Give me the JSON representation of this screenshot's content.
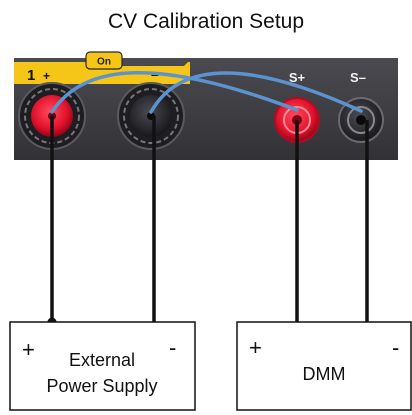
{
  "title": "CV Calibration Setup",
  "panel": {
    "output_label": "1",
    "output_plus": "+",
    "on_label": "On",
    "output_minus": "–",
    "sense_plus_label": "S+",
    "sense_minus_label": "S–"
  },
  "external_supply": {
    "plus": "+",
    "minus": "-",
    "line1": "External",
    "line2": "Power Supply"
  },
  "dmm": {
    "plus": "+",
    "minus": "-",
    "label": "DMM"
  },
  "colors": {
    "panel": "#3f3f44",
    "accent_yellow": "#f5c518",
    "terminal_red": "#e0102a",
    "sense_jumper": "#5b93d1",
    "wire": "#111111"
  }
}
